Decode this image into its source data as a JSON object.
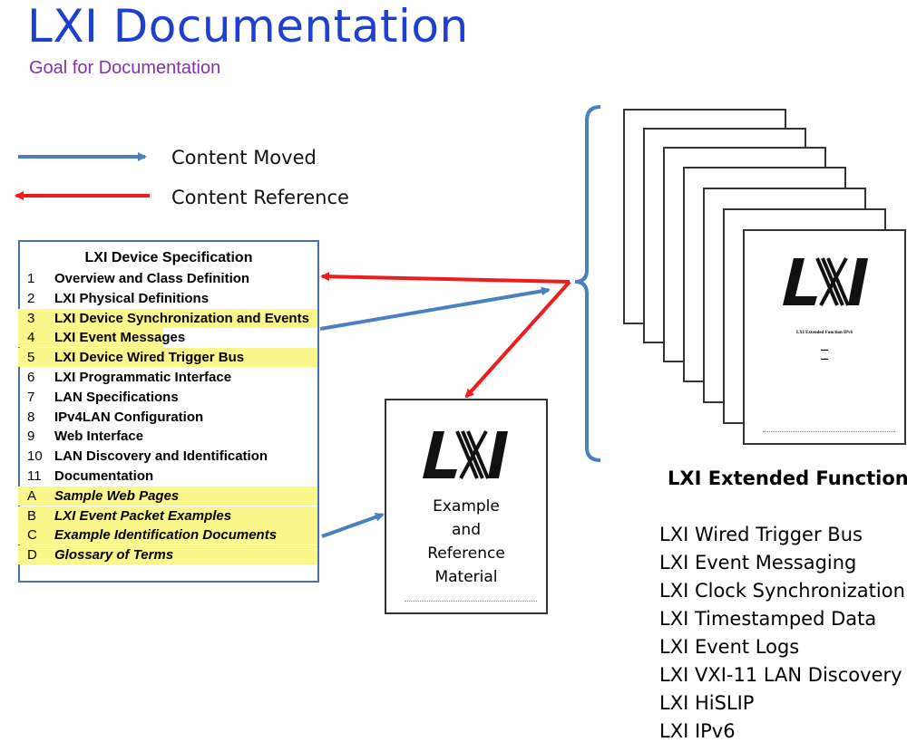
{
  "header": {
    "title": "LXI Documentation",
    "subtitle": "Goal for Documentation"
  },
  "legend": {
    "moved": "Content Moved",
    "reference": "Content Reference",
    "moved_color": "#4a7fc1",
    "reference_color": "#ee1c1c"
  },
  "spec": {
    "title": "LXI Device Specification",
    "items": [
      {
        "num": "1",
        "text": "Overview and Class Definition",
        "highlight": false,
        "italic": false
      },
      {
        "num": "2",
        "text": "LXI Physical Definitions",
        "highlight": false,
        "italic": false
      },
      {
        "num": "3",
        "text": "LXI Device Synchronization and Events",
        "highlight": true,
        "italic": false
      },
      {
        "num": "4",
        "text": "LXI Event Messages",
        "highlight": true,
        "italic": false
      },
      {
        "num": "5",
        "text": "LXI Device Wired Trigger Bus",
        "highlight": true,
        "italic": false
      },
      {
        "num": "6",
        "text": "LXI Programmatic Interface",
        "highlight": false,
        "italic": false
      },
      {
        "num": "7",
        "text": "LAN Specifications",
        "highlight": false,
        "italic": false
      },
      {
        "num": "8",
        "text": "IPv4LAN Configuration",
        "highlight": false,
        "italic": false
      },
      {
        "num": "9",
        "text": "Web Interface",
        "highlight": false,
        "italic": false
      },
      {
        "num": "10",
        "text": "LAN Discovery and Identification",
        "highlight": false,
        "italic": false
      },
      {
        "num": "11",
        "text": "Documentation",
        "highlight": false,
        "italic": false
      },
      {
        "num": "A",
        "text": "Sample Web Pages",
        "highlight": true,
        "italic": true
      },
      {
        "num": "B",
        "text": "LXI Event Packet Examples",
        "highlight": true,
        "italic": true
      },
      {
        "num": "C",
        "text": "Example Identification Documents",
        "highlight": true,
        "italic": true
      },
      {
        "num": "D",
        "text": "Glossary of Terms",
        "highlight": true,
        "italic": true
      }
    ],
    "highlight_color": "#fbf78a"
  },
  "reference_doc": {
    "logo": "LXI",
    "line1": "Example",
    "line2": "and",
    "line3": "Reference",
    "line4": "Material"
  },
  "extended_doc": {
    "logo": "LXI",
    "title": "LXI Extended Function IPv6"
  },
  "extended": {
    "heading": "LXI Extended Functions",
    "items": [
      "LXI Wired Trigger Bus",
      "LXI Event Messaging",
      "LXI Clock Synchronization",
      "LXI Timestamped Data",
      "LXI Event Logs",
      "LXI VXI-11 LAN Discovery",
      "LXI HiSLIP",
      "LXI IPv6"
    ]
  }
}
